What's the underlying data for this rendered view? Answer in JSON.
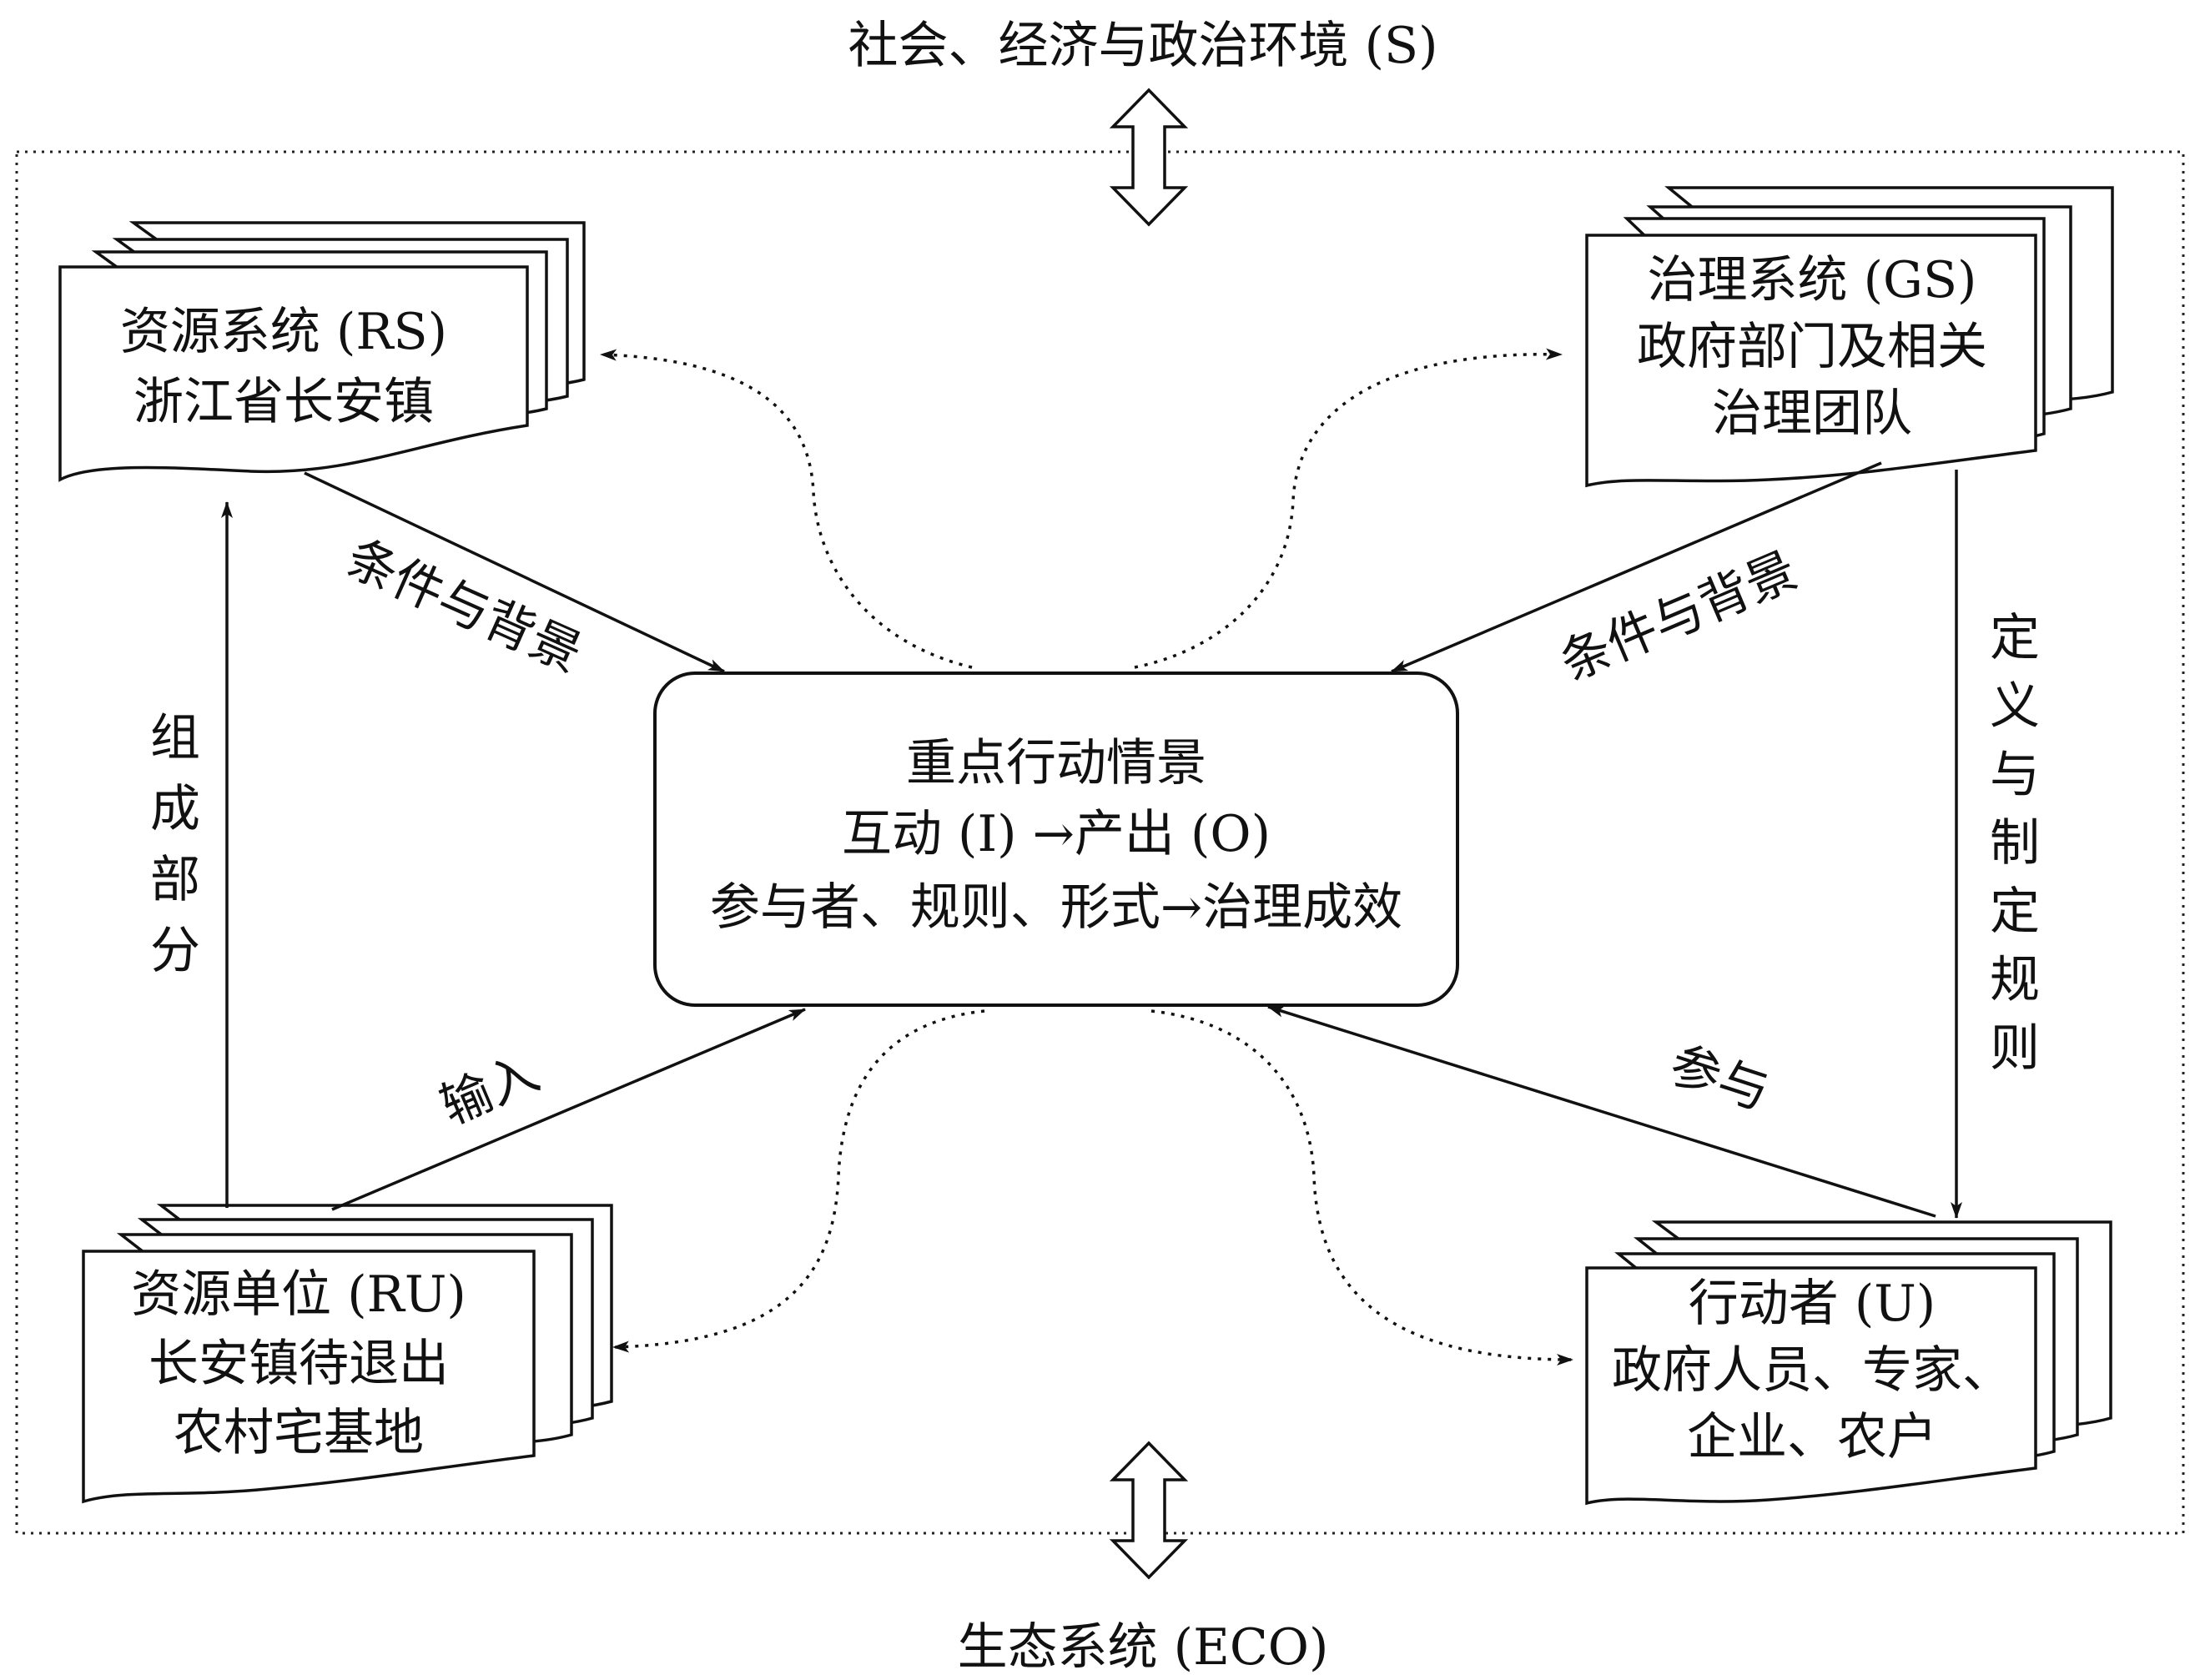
{
  "environment": {
    "top": "社会、经济与政治环境 (S)",
    "bottom": "生态系统 (ECO)"
  },
  "rs": {
    "line1": "资源系统 (RS)",
    "line2": "浙江省长安镇"
  },
  "gs": {
    "line1": "治理系统 (GS)",
    "line2": "政府部门及相关",
    "line3": "治理团队"
  },
  "ru": {
    "line1": "资源单位 (RU)",
    "line2": "长安镇待退出",
    "line3": "农村宅基地"
  },
  "u": {
    "line1": "行动者 (U)",
    "line2": "政府人员、专家、",
    "line3": "企业、农户"
  },
  "center": {
    "line1": "重点行动情景",
    "line2": "互动 (I) →产出 (O)",
    "line3": "参与者、规则、形式→治理成效"
  },
  "arrows": {
    "rs_to_center": "条件与背景",
    "gs_to_center": "条件与背景",
    "ru_to_rs": [
      "组",
      "成",
      "部",
      "分"
    ],
    "gs_to_u": [
      "定",
      "义",
      "与",
      "制",
      "定",
      "规",
      "则"
    ],
    "ru_to_center": "输入",
    "u_to_center": "参与"
  }
}
